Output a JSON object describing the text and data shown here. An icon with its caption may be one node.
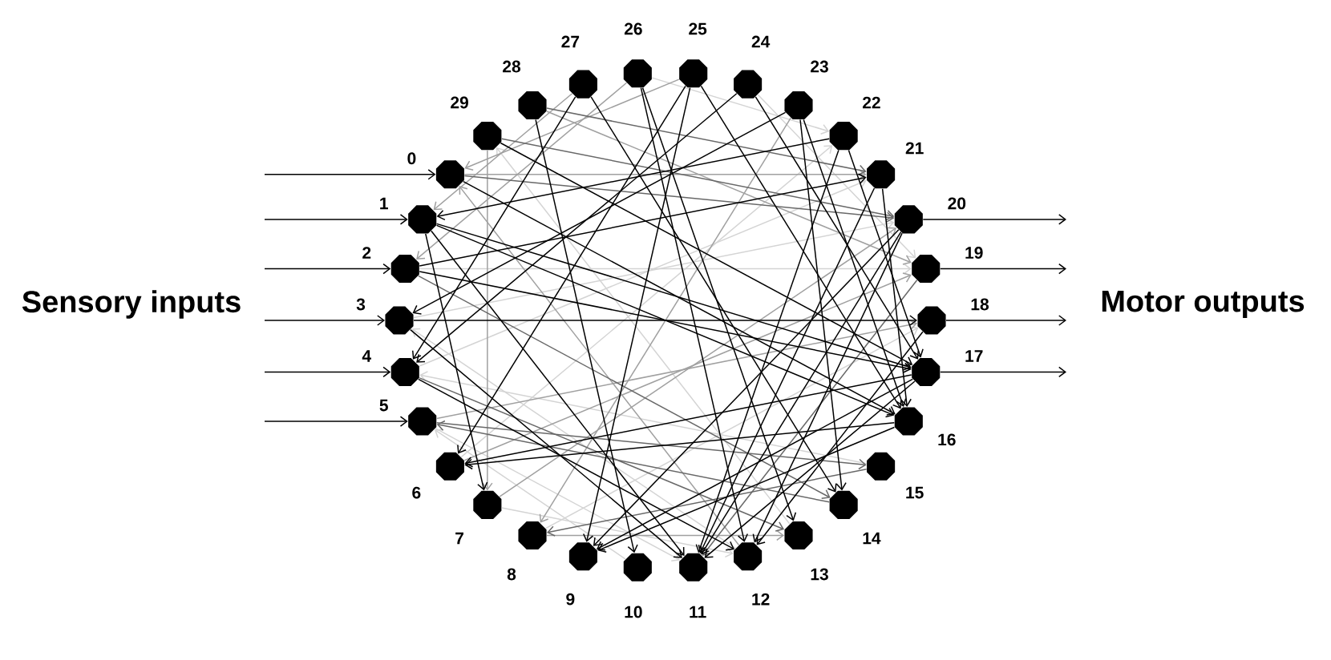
{
  "diagram": {
    "nodes": [
      {
        "text": [],
        "shape": "octagon",
        "beside": [
          "0"
        ]
      },
      {
        "text": [],
        "shape": "octagon",
        "beside": [
          "1"
        ]
      },
      {
        "text": [],
        "shape": "octagon",
        "beside": [
          "2"
        ]
      },
      {
        "text": [],
        "shape": "octagon",
        "beside": [
          "3"
        ]
      },
      {
        "text": [],
        "shape": "octagon",
        "beside": [
          "4"
        ]
      },
      {
        "text": [],
        "shape": "octagon",
        "beside": [
          "5"
        ]
      },
      {
        "text": [],
        "shape": "octagon",
        "beside": [
          "6"
        ]
      },
      {
        "text": [],
        "shape": "octagon",
        "beside": [
          "7"
        ]
      },
      {
        "text": [],
        "shape": "octagon",
        "beside": [
          "8"
        ]
      },
      {
        "text": [],
        "shape": "octagon",
        "beside": [
          "9"
        ]
      },
      {
        "text": [],
        "shape": "octagon",
        "beside": [
          "10"
        ]
      },
      {
        "text": [],
        "shape": "octagon",
        "beside": [
          "11"
        ]
      },
      {
        "text": [],
        "shape": "octagon",
        "beside": [
          "12"
        ]
      },
      {
        "text": [],
        "shape": "octagon",
        "beside": [
          "13"
        ]
      },
      {
        "text": [],
        "shape": "octagon",
        "beside": [
          "14"
        ]
      },
      {
        "text": [],
        "shape": "octagon",
        "beside": [
          "15"
        ]
      },
      {
        "text": [],
        "shape": "octagon",
        "beside": [
          "16"
        ]
      },
      {
        "text": [],
        "shape": "octagon",
        "beside": [
          "17"
        ]
      },
      {
        "text": [],
        "shape": "octagon",
        "beside": [
          "18"
        ]
      },
      {
        "text": [],
        "shape": "octagon",
        "beside": [
          "19"
        ]
      },
      {
        "text": [],
        "shape": "octagon",
        "beside": [
          "20"
        ]
      },
      {
        "text": [],
        "shape": "octagon",
        "beside": [
          "21"
        ]
      },
      {
        "text": [],
        "shape": "octagon",
        "beside": [
          "22"
        ]
      },
      {
        "text": [],
        "shape": "octagon",
        "beside": [
          "23"
        ]
      },
      {
        "text": [],
        "shape": "octagon",
        "beside": [
          "24"
        ]
      },
      {
        "text": [],
        "shape": "octagon",
        "beside": [
          "25"
        ]
      },
      {
        "text": [],
        "shape": "octagon",
        "beside": [
          "26"
        ]
      },
      {
        "text": [],
        "shape": "octagon",
        "beside": [
          "27"
        ]
      },
      {
        "text": [],
        "shape": "octagon",
        "beside": [
          "28"
        ]
      },
      {
        "text": [],
        "shape": "octagon",
        "beside": [
          "29"
        ]
      }
    ],
    "edges": [
      {
        "from": null,
        "to": 0,
        "arrow": "to"
      },
      {
        "from": null,
        "to": 1,
        "arrow": "to"
      },
      {
        "from": null,
        "to": 2,
        "arrow": "to"
      },
      {
        "from": null,
        "to": 3,
        "arrow": "to"
      },
      {
        "from": null,
        "to": 4,
        "arrow": "to"
      },
      {
        "from": null,
        "to": 5,
        "arrow": "to"
      },
      {
        "from": 17,
        "to": null,
        "arrow": "to"
      },
      {
        "from": 18,
        "to": null,
        "arrow": "to"
      },
      {
        "from": 19,
        "to": null,
        "arrow": "to"
      },
      {
        "from": 20,
        "to": null,
        "arrow": "to"
      },
      {
        "from": 2,
        "to": 19,
        "arrow": "to",
        "color": "#d4d4d4"
      },
      {
        "from": 4,
        "to": 21,
        "arrow": "to",
        "color": "#d4d4d4"
      },
      {
        "from": 6,
        "to": 22,
        "arrow": "to",
        "color": "#d4d4d4"
      },
      {
        "from": 8,
        "to": 18,
        "arrow": "to",
        "color": "#d4d4d4"
      },
      {
        "from": 10,
        "to": 5,
        "arrow": "to",
        "color": "#d4d4d4"
      },
      {
        "from": 12,
        "to": 3,
        "arrow": "to",
        "color": "#d4d4d4"
      },
      {
        "from": 13,
        "to": 29,
        "arrow": "to",
        "color": "#d4d4d4"
      },
      {
        "from": 15,
        "to": 4,
        "arrow": "to",
        "color": "#d4d4d4"
      },
      {
        "from": 26,
        "to": 22,
        "arrow": "to",
        "color": "#d4d4d4"
      },
      {
        "from": 24,
        "to": 19,
        "arrow": "to",
        "color": "#d4d4d4"
      },
      {
        "from": 7,
        "to": 12,
        "arrow": "to",
        "color": "#d4d4d4"
      },
      {
        "from": 5,
        "to": 11,
        "arrow": "to",
        "color": "#d4d4d4"
      },
      {
        "from": 3,
        "to": 20,
        "arrow": "to",
        "color": "#d4d4d4"
      },
      {
        "from": 29,
        "to": 7,
        "arrow": "to",
        "color": "#a0a0a0"
      },
      {
        "from": 23,
        "to": 8,
        "arrow": "to",
        "color": "#a0a0a0"
      },
      {
        "from": 28,
        "to": 19,
        "arrow": "to",
        "color": "#a0a0a0"
      },
      {
        "from": 0,
        "to": 21,
        "arrow": "to",
        "color": "#a0a0a0"
      },
      {
        "from": 5,
        "to": 18,
        "arrow": "to",
        "color": "#a0a0a0"
      },
      {
        "from": 6,
        "to": 19,
        "arrow": "to",
        "color": "#a0a0a0"
      },
      {
        "from": 7,
        "to": 20,
        "arrow": "to",
        "color": "#a0a0a0"
      },
      {
        "from": 8,
        "to": 13,
        "arrow": "to",
        "color": "#a0a0a0"
      },
      {
        "from": 26,
        "to": 2,
        "arrow": "to",
        "color": "#a0a0a0"
      },
      {
        "from": 27,
        "to": 1,
        "arrow": "to",
        "color": "#a0a0a0"
      },
      {
        "from": 25,
        "to": 0,
        "arrow": "to",
        "color": "#a0a0a0"
      },
      {
        "from": 12,
        "to": 0,
        "arrow": "to",
        "color": "#a0a0a0"
      },
      {
        "from": 29,
        "to": 20,
        "arrow": "to",
        "color": "#686868"
      },
      {
        "from": 28,
        "to": 21,
        "arrow": "to",
        "color": "#686868"
      },
      {
        "from": 5,
        "to": 15,
        "arrow": "to",
        "color": "#686868"
      },
      {
        "from": 2,
        "to": 14,
        "arrow": "to",
        "color": "#686868"
      },
      {
        "from": 4,
        "to": 13,
        "arrow": "to",
        "color": "#686868"
      },
      {
        "from": 19,
        "to": 11,
        "arrow": "to",
        "color": "#686868"
      },
      {
        "from": 14,
        "to": 5,
        "arrow": "to",
        "color": "#686868"
      },
      {
        "from": 15,
        "to": 8,
        "arrow": "to",
        "color": "#686868"
      },
      {
        "from": 0,
        "to": 20,
        "arrow": "to",
        "color": "#686868"
      },
      {
        "from": 3,
        "to": 18,
        "arrow": "to"
      },
      {
        "from": 0,
        "to": 16,
        "arrow": "to"
      },
      {
        "from": 29,
        "to": 17,
        "arrow": "to"
      },
      {
        "from": 1,
        "to": 11,
        "arrow": "to"
      },
      {
        "from": 1,
        "to": 16,
        "arrow": "to"
      },
      {
        "from": 1,
        "to": 17,
        "arrow": "to"
      },
      {
        "from": 22,
        "to": 1,
        "arrow": "to"
      },
      {
        "from": 27,
        "to": 4,
        "arrow": "to"
      },
      {
        "from": 24,
        "to": 4,
        "arrow": "to"
      },
      {
        "from": 25,
        "to": 6,
        "arrow": "to"
      },
      {
        "from": 16,
        "to": 6,
        "arrow": "to"
      },
      {
        "from": 17,
        "to": 6,
        "arrow": "to"
      },
      {
        "from": 25,
        "to": 9,
        "arrow": "to"
      },
      {
        "from": 20,
        "to": 9,
        "arrow": "to"
      },
      {
        "from": 17,
        "to": 9,
        "arrow": "to"
      },
      {
        "from": 16,
        "to": 9,
        "arrow": "to"
      },
      {
        "from": 26,
        "to": 13,
        "arrow": "to"
      },
      {
        "from": 27,
        "to": 14,
        "arrow": "to"
      },
      {
        "from": 28,
        "to": 10,
        "arrow": "to"
      },
      {
        "from": 26,
        "to": 12,
        "arrow": "to"
      },
      {
        "from": 24,
        "to": 17,
        "arrow": "to"
      },
      {
        "from": 23,
        "to": 16,
        "arrow": "to"
      },
      {
        "from": 23,
        "to": 14,
        "arrow": "to"
      },
      {
        "from": 22,
        "to": 11,
        "arrow": "to"
      },
      {
        "from": 22,
        "to": 17,
        "arrow": "to"
      },
      {
        "from": 21,
        "to": 16,
        "arrow": "to"
      },
      {
        "from": 21,
        "to": 11,
        "arrow": "to"
      },
      {
        "from": 20,
        "to": 11,
        "arrow": "to"
      },
      {
        "from": 2,
        "to": 21,
        "arrow": "to"
      },
      {
        "from": 23,
        "to": 3,
        "arrow": "to"
      },
      {
        "from": 3,
        "to": 11,
        "arrow": "to"
      },
      {
        "from": 4,
        "to": 12,
        "arrow": "to"
      },
      {
        "from": 17,
        "to": 11,
        "arrow": "to"
      },
      {
        "from": 18,
        "to": 12,
        "arrow": "to"
      },
      {
        "from": 20,
        "to": 12,
        "arrow": "to"
      },
      {
        "from": 2,
        "to": 17,
        "arrow": "to"
      },
      {
        "from": 1,
        "to": 7,
        "arrow": "to"
      },
      {
        "from": 25,
        "to": 16,
        "arrow": "to"
      }
    ],
    "labels": [
      "Sensory inputs",
      "Motor outputs"
    ]
  }
}
